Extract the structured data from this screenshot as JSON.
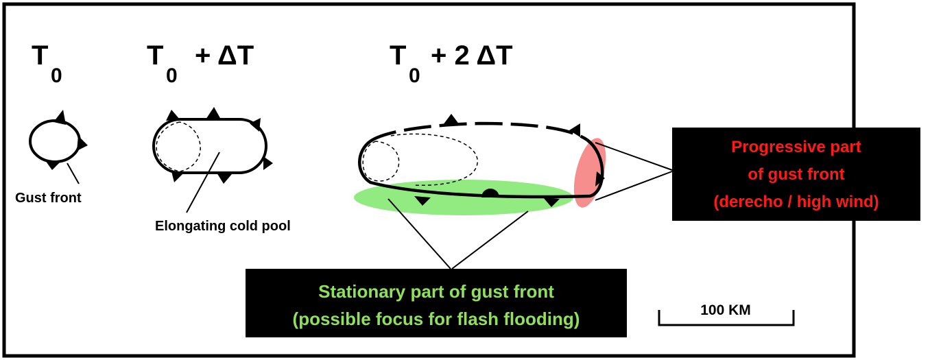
{
  "stages": {
    "t0": {
      "main": "T",
      "subscript": "0",
      "suffix": ""
    },
    "t1": {
      "main": "T",
      "subscript": "0",
      "suffix": "+ ΔT"
    },
    "t2": {
      "main": "T",
      "subscript": "0",
      "suffix": "+ 2 ΔT"
    }
  },
  "labels": {
    "gust_front": "Gust front",
    "cold_pool": "Elongating cold pool"
  },
  "progressive_box": {
    "line1": "Progressive part",
    "line2": "of gust front",
    "line3": "(derecho / high wind)",
    "text_color": "#ff1a1a"
  },
  "stationary_box": {
    "line1": "Stationary part of gust front",
    "line2": "(possible focus for flash flooding)",
    "text_color": "#8fe05a"
  },
  "scale_bar": {
    "label": "100  KM"
  },
  "colors": {
    "progressive_highlight": "#f47a7a",
    "stationary_highlight": "#7ee86a",
    "box_fill": "#000000"
  }
}
